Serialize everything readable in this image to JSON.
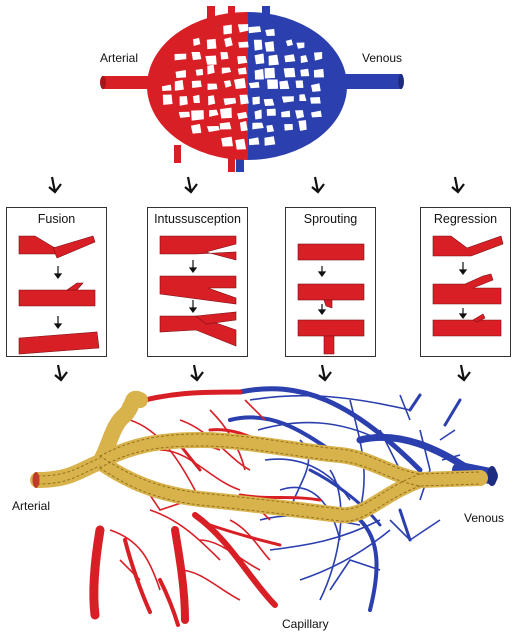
{
  "labels": {
    "top_left": "Arterial",
    "top_right": "Venous",
    "bottom_left": "Arterial",
    "bottom_right": "Venous",
    "bottom_center": "Capillary"
  },
  "panels": [
    {
      "title": "Fusion"
    },
    {
      "title": "Intussusception"
    },
    {
      "title": "Sprouting"
    },
    {
      "title": "Regression"
    }
  ],
  "colors": {
    "arterial": "#d91f26",
    "venous": "#2b3fae",
    "smooth_muscle": "#d8b24a",
    "outline": "#5a0d0d"
  }
}
